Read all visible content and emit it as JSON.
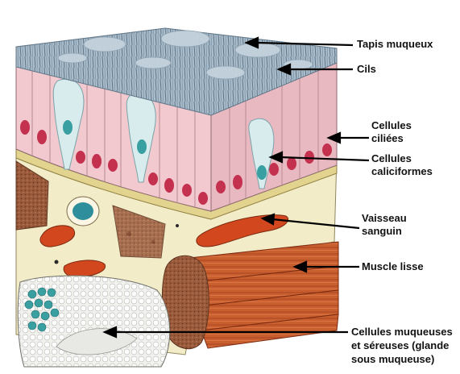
{
  "labels": {
    "tapis": "Tapis muqueux",
    "cils": "Cils",
    "ciliees_1": "Cellules",
    "ciliees_2": "ciliées",
    "calici_1": "Cellules",
    "calici_2": "caliciformes",
    "vaisseau_1": "Vaisseau",
    "vaisseau_2": "sanguin",
    "muscle": "Muscle lisse",
    "gland_1": "Cellules muqueuses",
    "gland_2": "et séreuses (glande",
    "gland_3": "sous muqueuse)"
  },
  "colors": {
    "mucus": "#9fb3c4",
    "cilia": "#6f8596",
    "epithelium": "#f1c9cf",
    "nucleus": "#c3314f",
    "goblet": "#d8ecee",
    "submucosa": "#f3ecc8",
    "muscle": "#c4582a",
    "vessel": "#d2471e",
    "gland_serous": "#3a9fa0",
    "arrow": "#000000"
  }
}
